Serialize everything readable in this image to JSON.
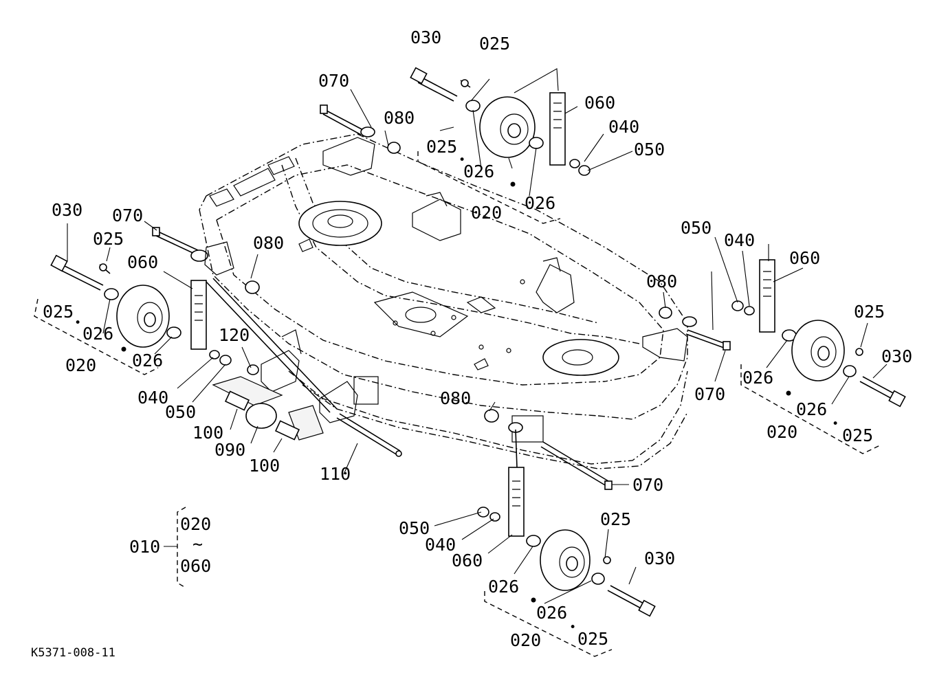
{
  "figure_id": "K5371-008-11",
  "assembly": {
    "ref": "010",
    "range_from": "020",
    "range_sep": "~",
    "range_to": "060"
  },
  "groups": {
    "top": {
      "bolt": "030",
      "grease": "025",
      "wheel": "020",
      "spacer_a": "025",
      "spacer_b": "026",
      "bush": "026",
      "pipe": "060",
      "washer": "040",
      "nut": "050",
      "pin": "070",
      "ring": "080"
    },
    "left": {
      "bolt": "030",
      "grease": "025",
      "wheel": "020",
      "spacer_a": "025",
      "spacer_b": "026",
      "bush": "026",
      "pipe": "060",
      "washer": "040",
      "nut": "050",
      "pin": "070",
      "ring": "080"
    },
    "right": {
      "bolt": "030",
      "grease": "025",
      "wheel": "020",
      "spacer_a": "026",
      "spacer_b": "025",
      "bush": "026",
      "pipe": "060",
      "washer": "040",
      "nut": "050",
      "pin": "070",
      "ring": "080"
    },
    "bottom": {
      "bolt": "030",
      "grease": "025",
      "wheel": "020",
      "spacer_a": "026",
      "spacer_b": "025",
      "bush": "026",
      "pipe": "060",
      "washer": "040",
      "nut": "050",
      "pin": "070",
      "ring": "080"
    }
  },
  "linkage": {
    "collar_a": "100",
    "roller": "090",
    "collar_b": "100",
    "rod": "110",
    "nut": "120"
  }
}
